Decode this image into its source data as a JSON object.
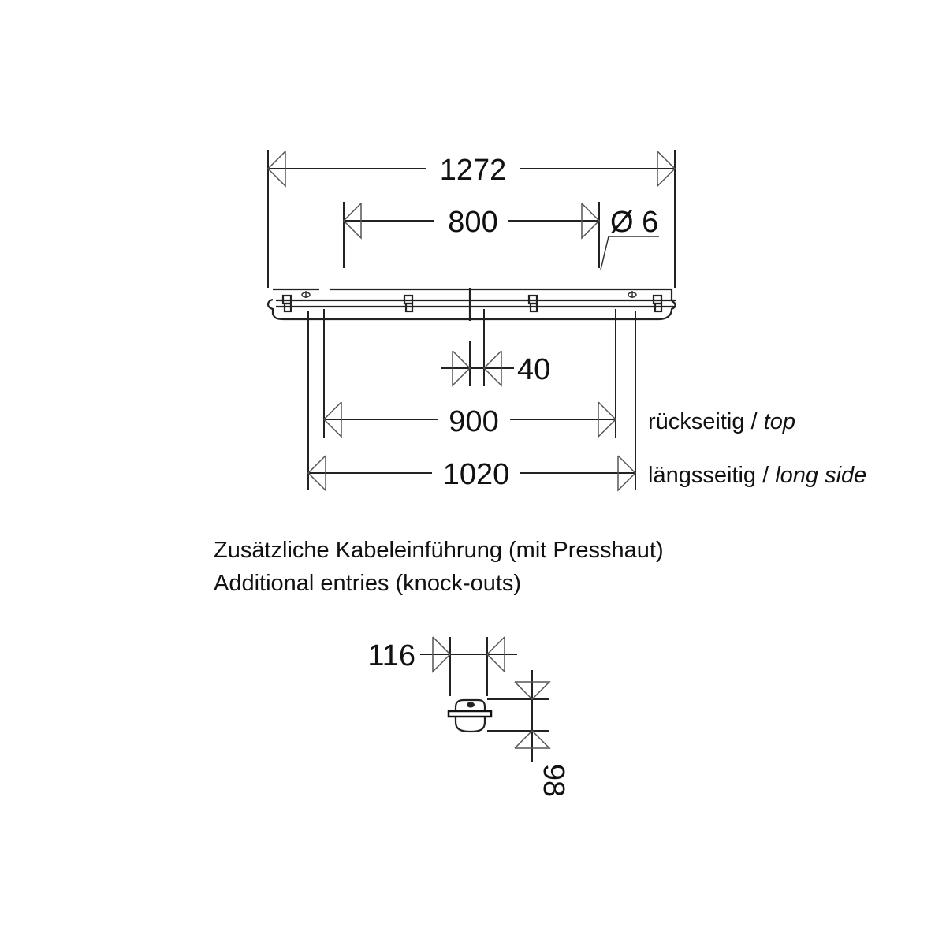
{
  "drawing": {
    "dimensions": {
      "overall_length": "1272",
      "mounting_distance": "800",
      "mounting_hole": "Ø 6",
      "entry_spacing": "40",
      "top_entry_distance": "900",
      "side_entry_distance": "1020",
      "knockout_width": "116",
      "knockout_height": "98"
    },
    "labels": {
      "top_de": "rückseitig / ",
      "top_en": "top",
      "side_de": "längsseitig / ",
      "side_en": "long side"
    },
    "caption": {
      "line_de": "Zusätzliche Kabeleinführung (mit Presshaut)",
      "line_en": "Additional entries (knock-outs)"
    }
  }
}
